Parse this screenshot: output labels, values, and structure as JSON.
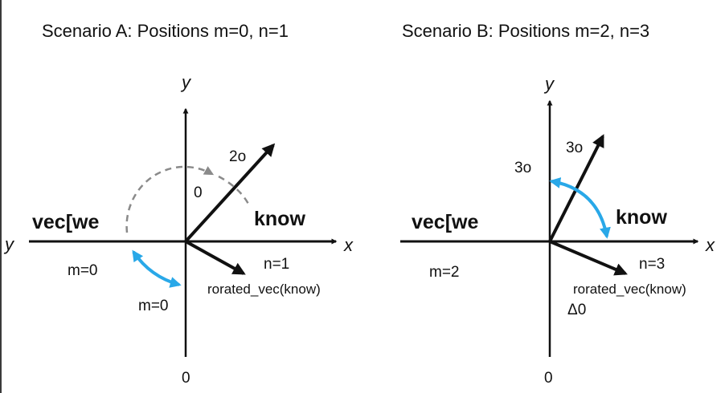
{
  "scenario_a": {
    "title": "Scenario A: Positions m=0, n=1",
    "y_axis": "y",
    "x_axis": "x",
    "y_left": "y",
    "origin": "0",
    "word_left": "vec[we",
    "word_right": "know",
    "label_m_left": "m=0",
    "label_m_bottom": "m=0",
    "label_n": "n=1",
    "label_rotated": "rorated_vec(know)",
    "angle_vector": "2o",
    "angle_small": "0"
  },
  "scenario_b": {
    "title": "Scenario B: Positions m=2, n=3",
    "y_axis": "y",
    "x_axis": "x",
    "origin": "0",
    "word_left": "vec[we",
    "word_right": "know",
    "label_m": "m=2",
    "label_n": "n=3",
    "label_rotated": "rorated_vec(know)",
    "angle_vector": "3o",
    "angle_arc": "3o",
    "delta": "Δ0"
  },
  "colors": {
    "axis": "#111111",
    "arc_blue": "#29a8e8",
    "arc_gray": "#8a8a8a"
  }
}
